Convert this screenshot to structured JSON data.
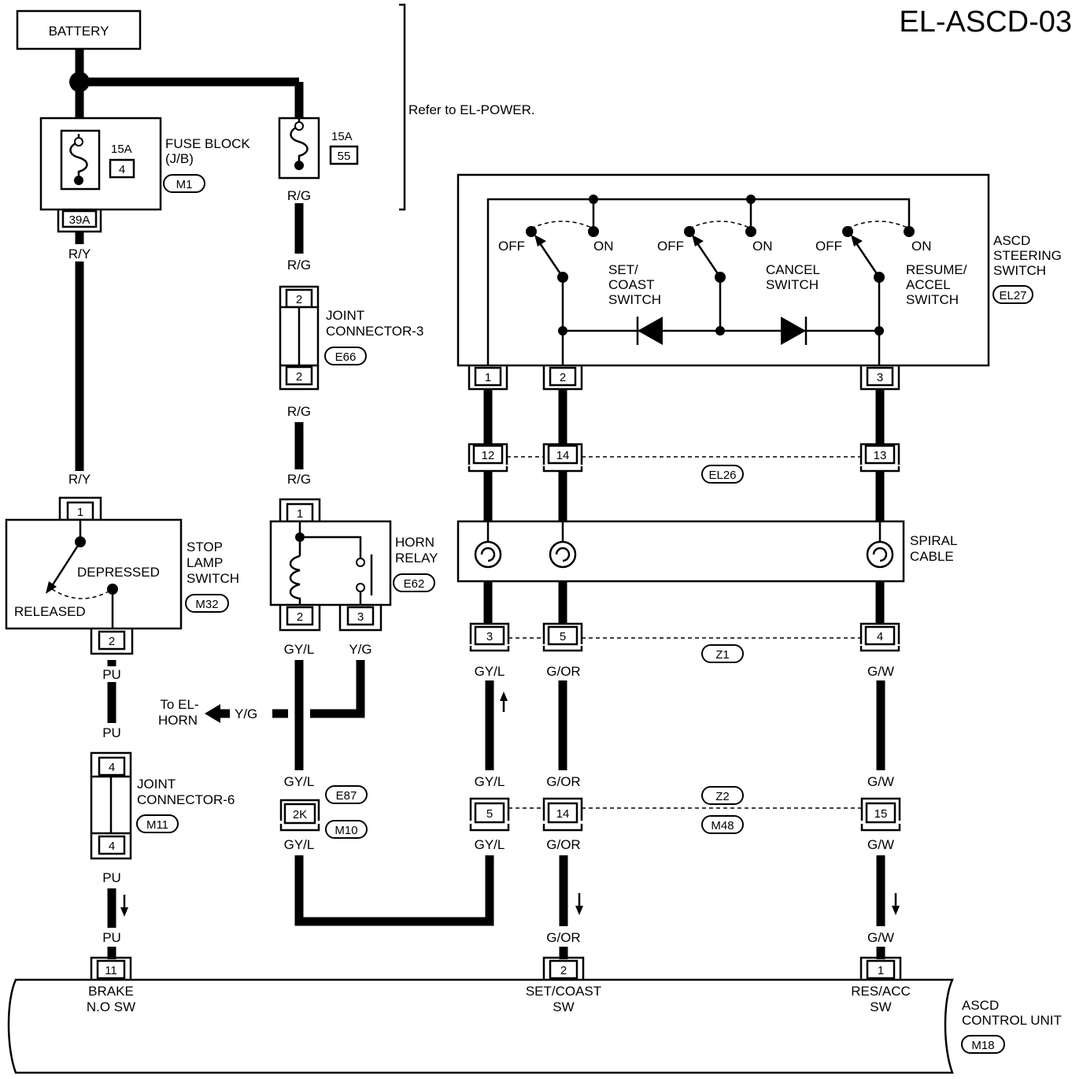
{
  "title": "EL-ASCD-03",
  "battery": "BATTERY",
  "refer_note": "Refer to EL-POWER.",
  "fuse_block": {
    "label_1": "FUSE BLOCK",
    "label_2": "(J/B)",
    "connector": "M1",
    "fuse_rating": "15A",
    "fuse_number": "4",
    "terminal": "39A"
  },
  "fuse_55": {
    "rating": "15A",
    "number": "55"
  },
  "wires": {
    "ry": "R/Y",
    "rg": "R/G",
    "pu": "PU",
    "gyl": "GY/L",
    "yg": "Y/G",
    "gor": "G/OR",
    "gw": "G/W"
  },
  "joint_connector_3": {
    "label_1": "JOINT",
    "label_2": "CONNECTOR-3",
    "connector": "E66",
    "pin_top": "2",
    "pin_bottom": "2"
  },
  "joint_connector_6": {
    "label_1": "JOINT",
    "label_2": "CONNECTOR-6",
    "connector": "M11",
    "pin_top": "4",
    "pin_bottom": "4"
  },
  "stop_lamp_switch": {
    "label_1": "STOP",
    "label_2": "LAMP",
    "label_3": "SWITCH",
    "connector": "M32",
    "depressed": "DEPRESSED",
    "released": "RELEASED",
    "pin_top": "1",
    "pin_bottom": "2"
  },
  "horn_relay": {
    "label_1": "HORN",
    "label_2": "RELAY",
    "connector": "E62",
    "pin_top": "1",
    "pin_2": "2",
    "pin_3": "3"
  },
  "to_el_horn": {
    "line_1": "To EL-",
    "line_2": "HORN"
  },
  "steering_switch": {
    "label_1": "ASCD",
    "label_2": "STEERING",
    "label_3": "SWITCH",
    "connector": "EL27",
    "off": "OFF",
    "on": "ON",
    "set_coast_1": "SET/",
    "set_coast_2": "COAST",
    "set_coast_3": "SWITCH",
    "cancel_1": "CANCEL",
    "cancel_2": "SWITCH",
    "resume_1": "RESUME/",
    "resume_2": "ACCEL",
    "resume_3": "SWITCH",
    "pin_1": "1",
    "pin_2": "2",
    "pin_3": "3"
  },
  "connector_el26": {
    "name": "EL26",
    "pins": [
      "12",
      "14",
      "13"
    ]
  },
  "spiral_cable": {
    "label_1": "SPIRAL",
    "label_2": "CABLE"
  },
  "connector_z1": {
    "name": "Z1",
    "pins": [
      "3",
      "5",
      "4"
    ]
  },
  "connector_z2": {
    "name": "Z2",
    "name_2": "M48",
    "pins": [
      "5",
      "14",
      "15"
    ]
  },
  "connector_e87": {
    "name": "E87",
    "name_2": "M10",
    "pin": "2K"
  },
  "control_unit": {
    "label_1": "ASCD",
    "label_2": "CONTROL UNIT",
    "connector": "M18",
    "pins": [
      "11",
      "2",
      "1"
    ],
    "brake_1": "BRAKE",
    "brake_2": "N.O SW",
    "set_1": "SET/COAST",
    "set_2": "SW",
    "res_1": "RES/ACC",
    "res_2": "SW"
  }
}
